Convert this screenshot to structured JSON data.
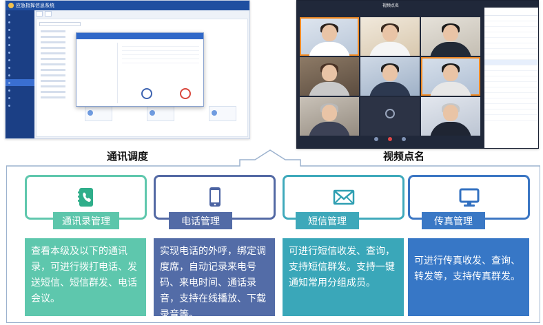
{
  "left_screenshot": {
    "app_title": "应急指挥信息系统",
    "caption": "通讯调度"
  },
  "right_screenshot": {
    "title": "视频点名",
    "caption": "视频点名"
  },
  "features": [
    {
      "key": "contacts",
      "label": "通讯录管理",
      "icon": "phone-book-icon",
      "description": "查看本级及以下的通讯录，可进行拨打电话、发送短信、短信群发、电话会议。",
      "color": "#5ec7ad"
    },
    {
      "key": "phone",
      "label": "电话管理",
      "icon": "mobile-phone-icon",
      "description": "实现电话的外呼，绑定调度席，自动记录来电号码、来电时间、通话录音，支持在线播放、下载录音等。",
      "color": "#536ca7"
    },
    {
      "key": "sms",
      "label": "短信管理",
      "icon": "envelope-icon",
      "description": "可进行短信收发、查询，支持短信群发。支持一键通知常用分组成员。",
      "color": "#3aa7b9"
    },
    {
      "key": "fax",
      "label": "传真管理",
      "icon": "monitor-icon",
      "description": "可进行传真收发、查询、转发等，支持传真群发。",
      "color": "#3777c6"
    }
  ]
}
